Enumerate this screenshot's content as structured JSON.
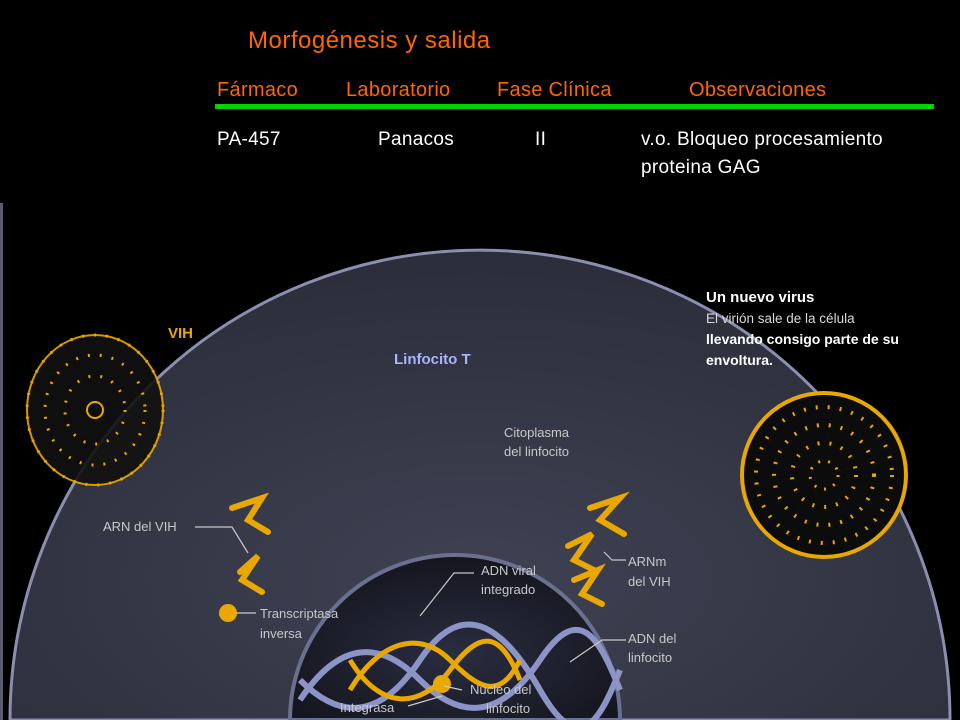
{
  "slide": {
    "title": "Morfogénesis y salida",
    "table": {
      "headers": [
        "Fármaco",
        "Laboratorio",
        "Fase Clínica",
        "Observaciones"
      ],
      "row": {
        "drug": "PA-457",
        "lab": "Panacos",
        "phase": "II",
        "notes_line1": "v.o. Bloqueo procesamiento",
        "notes_line2": "proteina GAG"
      }
    }
  },
  "diagram": {
    "labels": {
      "vih": "VIH",
      "linfocito": "Linfocito T",
      "citoplasma_1": "Citoplasma",
      "citoplasma_2": "del linfocito",
      "arn_vih": "ARN del VIH",
      "adn_viral_1": "ADN viral",
      "adn_viral_2": "integrado",
      "arnm_1": "ARNm",
      "arnm_2": "del VIH",
      "transcriptasa_1": "Transcriptasa",
      "transcriptasa_2": "inversa",
      "adn_linfocito_1": "ADN del",
      "adn_linfocito_2": "linfocito",
      "integrasa": "Integrasa",
      "nucleo_1": "Núcleo del",
      "nucleo_2": "linfocito"
    },
    "new_virus": {
      "title": "Un nuevo virus",
      "line1": "El virión sale de la célula",
      "line2": "llevando consigo parte de su",
      "line3": "envoltura."
    },
    "colors": {
      "accent": "#ff6600",
      "rule": "#00d400",
      "virus": "#e8a800",
      "cell": "#3a3d4d",
      "cell_edge": "#8a8fb0",
      "nucleus": "#6a7090",
      "label": "#c8c8c8"
    }
  }
}
